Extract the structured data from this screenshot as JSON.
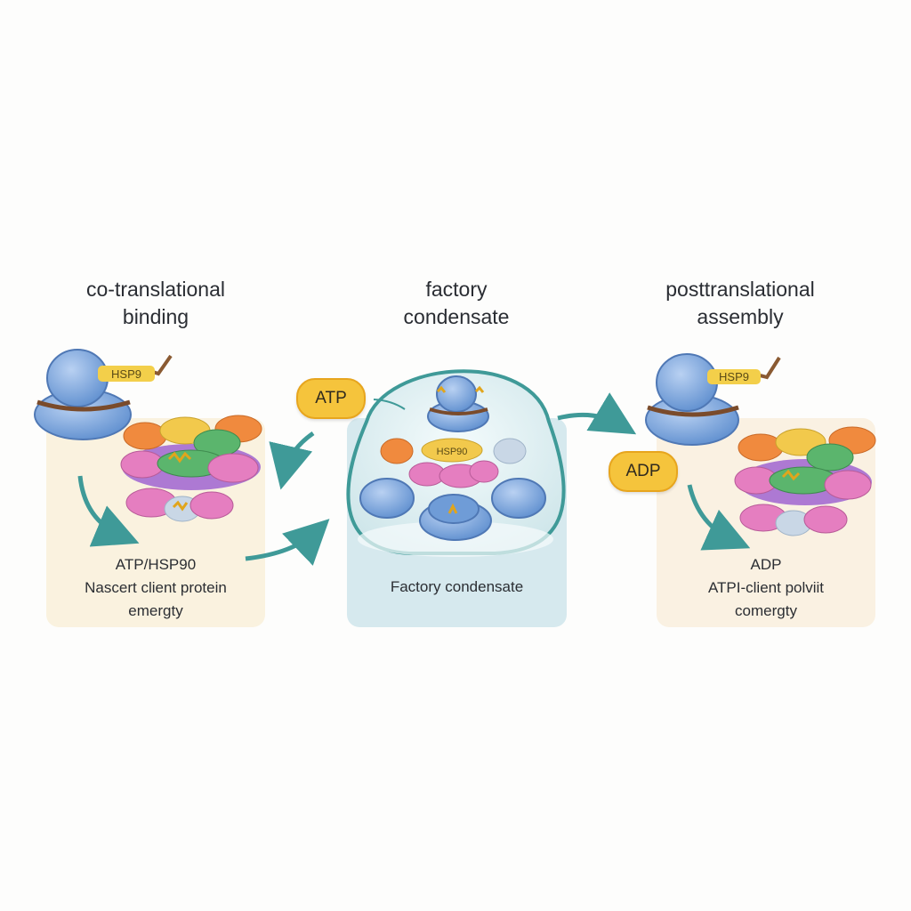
{
  "panels": [
    {
      "title_line1": "co-translational",
      "title_line2": "binding",
      "tag": "HSP9",
      "caption_lines": [
        "ATP/HSP90",
        "Nascert client protein",
        "emergty"
      ]
    },
    {
      "title_line1": "factory",
      "title_line2": "condensate",
      "tag": "HSP90",
      "caption_lines": [
        "Factory condensate"
      ]
    },
    {
      "title_line1": "posttranslational",
      "title_line2": "assembly",
      "tag": "HSP9",
      "caption_lines": [
        "ADP",
        "ATPI-client polviit",
        "comergty"
      ]
    }
  ],
  "badges": {
    "atp": "ATP",
    "adp": "ADP"
  },
  "colors": {
    "teal_arrow": "#3f9a98",
    "left_panel_bg": "#faf2df",
    "center_panel_bg": "#d6e9ee",
    "right_panel_bg": "#faf1e2",
    "ribosome_blue": "#7fa8de",
    "badge_yellow": "#f5c43c",
    "protein_colors": [
      "#f08a3e",
      "#f2c94c",
      "#5bb56d",
      "#e57ec0",
      "#a46cd1",
      "#c9d7e6"
    ]
  },
  "icons": [
    "ribosome-icon",
    "chaperone-ring-icon",
    "condensate-droplet-icon",
    "curved-arrow-icon"
  ]
}
